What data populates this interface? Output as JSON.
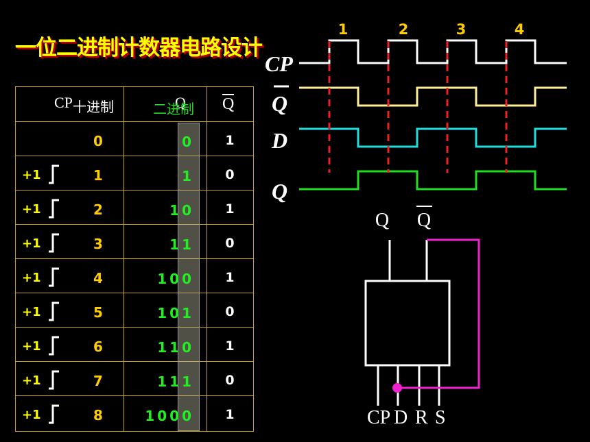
{
  "title": "一位二进制计数器电路设计",
  "table": {
    "header": {
      "cp": "CP",
      "decimal": "十进制",
      "binary_q": "Q",
      "binary": "二进制",
      "qbar": "Q"
    },
    "rows": [
      {
        "plus": "",
        "decimal": "0",
        "binary": "0",
        "qbar": "1"
      },
      {
        "plus": "+1",
        "decimal": "1",
        "binary": "1",
        "qbar": "0"
      },
      {
        "plus": "+1",
        "decimal": "2",
        "binary": "10",
        "qbar": "1"
      },
      {
        "plus": "+1",
        "decimal": "3",
        "binary": "11",
        "qbar": "0"
      },
      {
        "plus": "+1",
        "decimal": "4",
        "binary": "100",
        "qbar": "1"
      },
      {
        "plus": "+1",
        "decimal": "5",
        "binary": "101",
        "qbar": "0"
      },
      {
        "plus": "+1",
        "decimal": "6",
        "binary": "110",
        "qbar": "1"
      },
      {
        "plus": "+1",
        "decimal": "7",
        "binary": "111",
        "qbar": "0"
      },
      {
        "plus": "+1",
        "decimal": "8",
        "binary": "1000",
        "qbar": "1"
      }
    ]
  },
  "timing": {
    "pulse_numbers": [
      "1",
      "2",
      "3",
      "4"
    ],
    "signals": [
      {
        "label": "CP",
        "overbar": false,
        "color": "#ffffff",
        "levels": "0101010101"
      },
      {
        "label": "Q",
        "overbar": true,
        "color": "#ffee99",
        "levels": "1100110011"
      },
      {
        "label": "D",
        "overbar": false,
        "color": "#22dddd",
        "levels": "1100110011"
      },
      {
        "label": "Q",
        "overbar": false,
        "color": "#22dd22",
        "levels": "0011001100"
      }
    ],
    "marker_color": "#ee2222"
  },
  "flipflop": {
    "top_pins": [
      {
        "label": "Q",
        "overbar": false
      },
      {
        "label": "Q",
        "overbar": true
      }
    ],
    "bottom_pins": [
      "CP",
      "D",
      "R",
      "S"
    ],
    "feedback_color": "#ee22cc"
  }
}
